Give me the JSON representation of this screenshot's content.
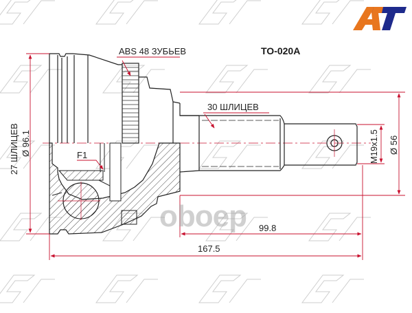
{
  "drawing": {
    "title": "CV joint (outer) technical drawing",
    "part_number": "TO-020A",
    "brand_logo": "AT",
    "brand_colors": {
      "orange": "#E8761E",
      "navy": "#1E2A8C"
    },
    "line_color": "#222222",
    "dimension_color": "#C8102E",
    "watermark_text": "SAT",
    "overlay_watermark": "oboep"
  },
  "annotations": {
    "abs": "ABS 48 ЗУБЬЕВ",
    "spline_outer": "30 ШЛИЦЕВ",
    "spline_inner": "27 ШЛИЦЕВ",
    "f1": "F1"
  },
  "dimensions": {
    "outer_diameter": "Ø 96.1",
    "thread": "M19x1.5",
    "seal_diameter": "Ø 56",
    "shaft_length": "99.8",
    "total_length": "167.5"
  }
}
